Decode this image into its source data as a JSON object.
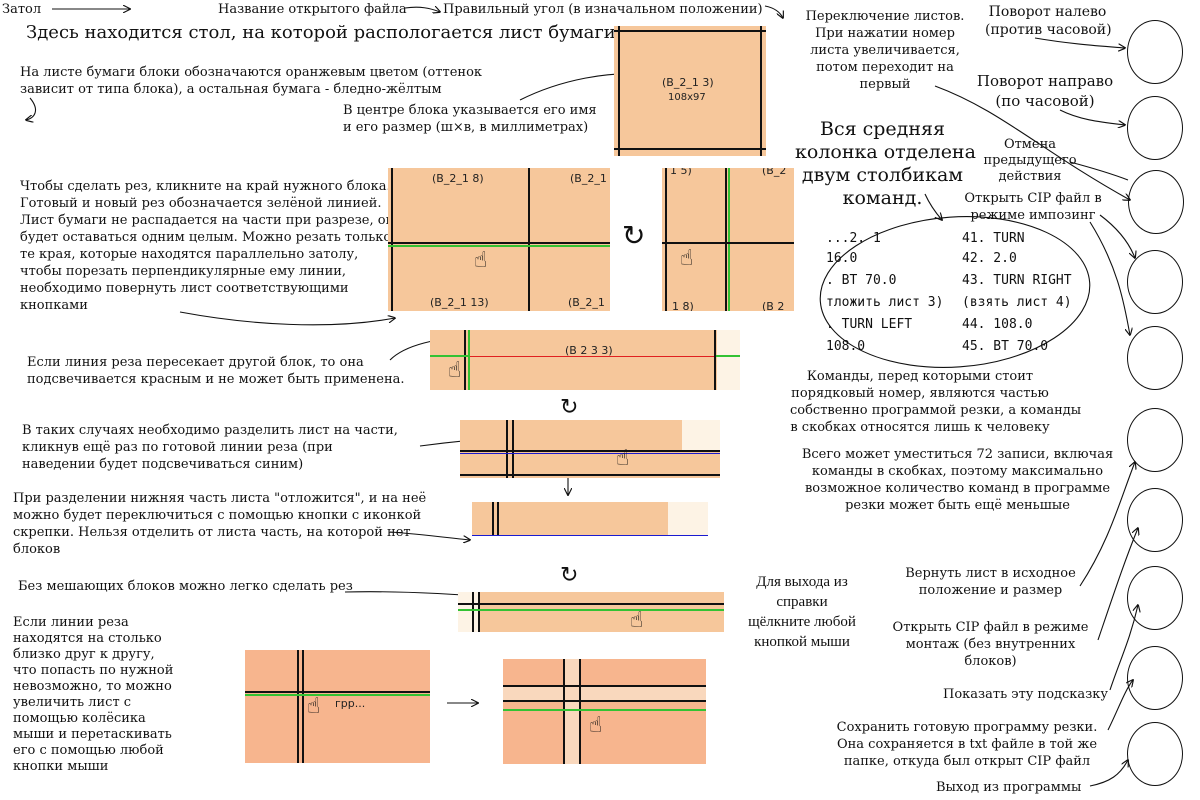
{
  "top": {
    "zatol": "Затол",
    "file_name": "Название открытого файла",
    "right_corner": "Правильный угол (в изначальном положении)"
  },
  "intro": {
    "title": "Здесь находится стол, на которой распологается лист бумаги",
    "blocks_line1": "На листе бумаги блоки обозначаются оранжевым цветом (оттенок",
    "blocks_line2": "зависит от типа блока), а остальная бумага - бледно-жёлтым",
    "center_line1": "В центре блока указывается его имя",
    "center_line2": "и  его размер (ш×в, в миллиметрах)"
  },
  "example_block": {
    "name": "(B_2_1 3)",
    "size": "108x97"
  },
  "cut": {
    "lines": [
      "Чтобы сделать рез, кликните на край нужного блока.",
      "Готовый и новый рез обозначается зелёной линией.",
      "Лист бумаги не распадается на части при разрезе, он",
      "будет оставаться одним целым. Можно резать только",
      "те края, которые находятся параллельно затолу,",
      "чтобы порезать перпендикулярные ему линии,",
      "необходимо повернуть лист соответствующими",
      "кнопками"
    ],
    "labels": [
      "(B_2_1 8)",
      "(B_2_1",
      "(B_2_1 13)",
      "(B_2_1",
      "1 5)",
      "(B_2",
      "1 8)",
      "(B 2"
    ]
  },
  "red": {
    "line1": "Если линия реза пересекает другой блок, то она",
    "line2": "подсвечивается красным и не может быть применена.",
    "label": "(B 2 3 3)"
  },
  "split": {
    "line1": "В таких случаях необходимо разделить лист на части,",
    "line2": "кликнув ещё раз по готовой линии реза (при",
    "line3": "наведении будет подсвечиваться синим)"
  },
  "lower": {
    "line1": "При разделении нижняя часть листа \"отложится\", и на неё",
    "line2": "можно будет переключиться с помощью кнопки с иконкой",
    "line3": "скрепки. Нельзя отделить от листа часть, на которой нет",
    "line4": "блоков"
  },
  "free": {
    "text": "Без мешающих блоков можно легко сделать рез"
  },
  "zoom": {
    "lines": [
      "Если линии реза",
      "находятся на столько",
      "близко друг к другу,",
      "что попасть по нужной",
      "невозможно, то можно",
      "увеличить лист с",
      "помощью колёсика",
      "мыши и перетаскивать",
      "его с помощью любой",
      "кнопки мыши"
    ],
    "grr": " грр..."
  },
  "exit_help": {
    "line1": "Для выхода из",
    "line2": "справки",
    "line3": "щёлкните любой",
    "line4": "кнопкой мыши"
  },
  "middle": {
    "switch_line1": "Переключение листов.",
    "switch_line2": "При нажатии номер",
    "switch_line3": "листа увеличивается,",
    "switch_line4": "потом переходит на",
    "switch_line5": "первый",
    "column_line1": "Вся средняя",
    "column_line2": "колонка отделена",
    "column_line3": "двум столбикам",
    "column_line4": "команд.",
    "commands": [
      [
        "...2. 1",
        "41. TURN"
      ],
      [
        "16.0",
        "42. 2.0"
      ],
      [
        ". BT 70.0",
        "43. TURN RIGHT"
      ],
      [
        "тложить лист 3)",
        "(взять лист 4)"
      ],
      [
        ". TURN LEFT",
        "44. 108.0"
      ],
      [
        "108.0",
        "45. BT 70.0"
      ]
    ],
    "numbered_line1": "Команды, перед которыми стоит",
    "numbered_line2": "порядковый номер, являются частью",
    "numbered_line3": "собственно программой резки, а команды",
    "numbered_line4": "в скобках относятся лишь к человеку",
    "total_line1": "Всего может уместиться 72 записи, включая",
    "total_line2": "команды в скобках, поэтому максимально",
    "total_line3": "возможное количество команд в программе",
    "total_line4": "резки может быть ещё меньшые"
  },
  "buttons_help": {
    "rotate_left_line1": "Поворот налево",
    "rotate_left_line2": "(против часовой)",
    "rotate_right_line1": "Поворот направо",
    "rotate_right_line2": "(по часовой)",
    "undo_line1": "Отмена",
    "undo_line2": "предыдущего",
    "undo_line3": "действия",
    "open_impose_line1": "Открыть CIP файл в",
    "open_impose_line2": "режиме импозинг",
    "reset_line1": "Вернуть лист в исходное",
    "reset_line2": "положение и размер",
    "open_mount_line1": "Открыть CIP файл в режиме",
    "open_mount_line2": "монтаж (без внутренних",
    "open_mount_line3": "блоков)",
    "show_hint": "Показать эту подсказку",
    "save_line1": "Сохранить готовую программу резки.",
    "save_line2": "Она сохраняется в txt файле в той же",
    "save_line3": "папке, откуда был открыт CIP файл",
    "exit": "Выход из программы"
  }
}
